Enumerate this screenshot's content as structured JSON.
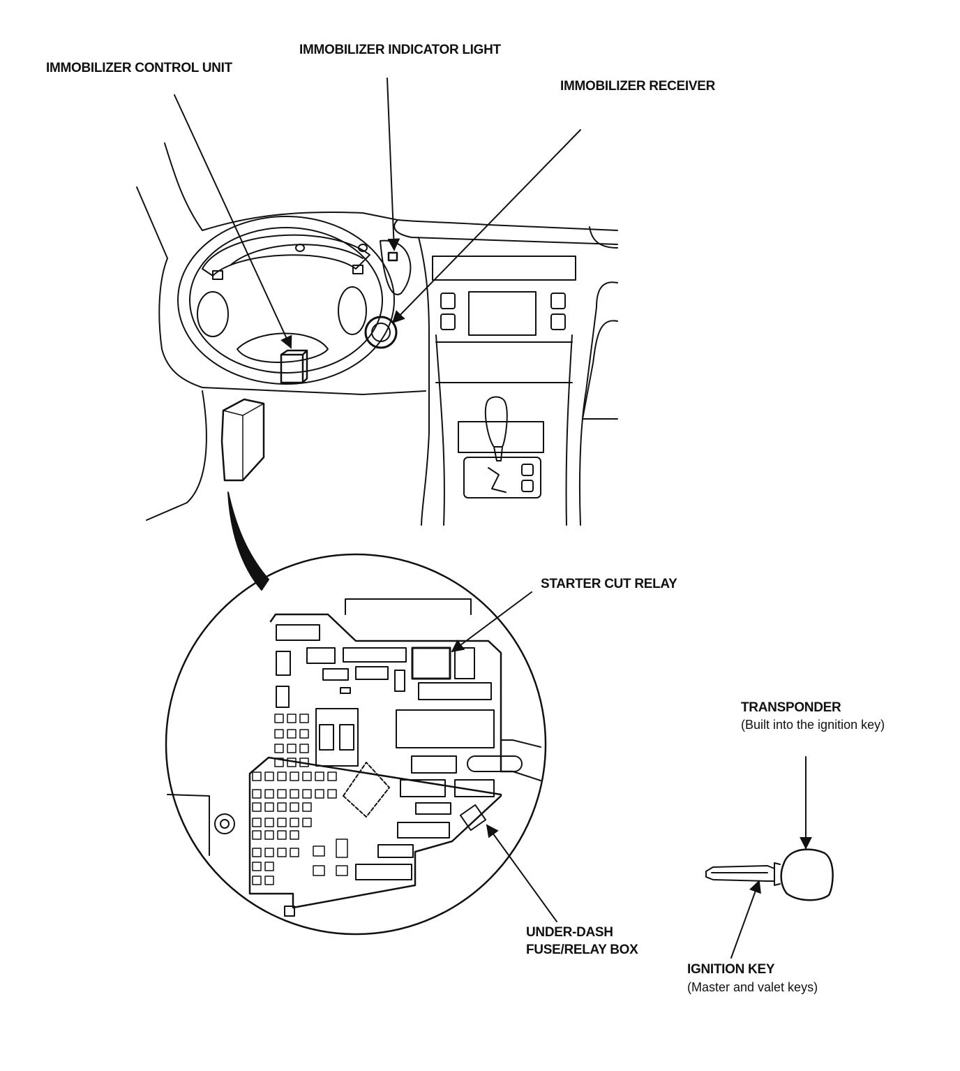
{
  "labels": {
    "immobilizer_control_unit": "IMMOBILIZER CONTROL UNIT",
    "immobilizer_indicator_light": "IMMOBILIZER INDICATOR LIGHT",
    "immobilizer_receiver": "IMMOBILIZER RECEIVER",
    "starter_cut_relay": "STARTER CUT RELAY",
    "transponder": "TRANSPONDER",
    "transponder_note": "(Built into the ignition key)",
    "under_dash_fuse_relay_box": "UNDER-DASH\nFUSE/RELAY BOX",
    "ignition_key": "IGNITION KEY",
    "ignition_key_note": "(Master and valet keys)"
  },
  "colors": {
    "line": "#111111",
    "background": "#ffffff"
  }
}
